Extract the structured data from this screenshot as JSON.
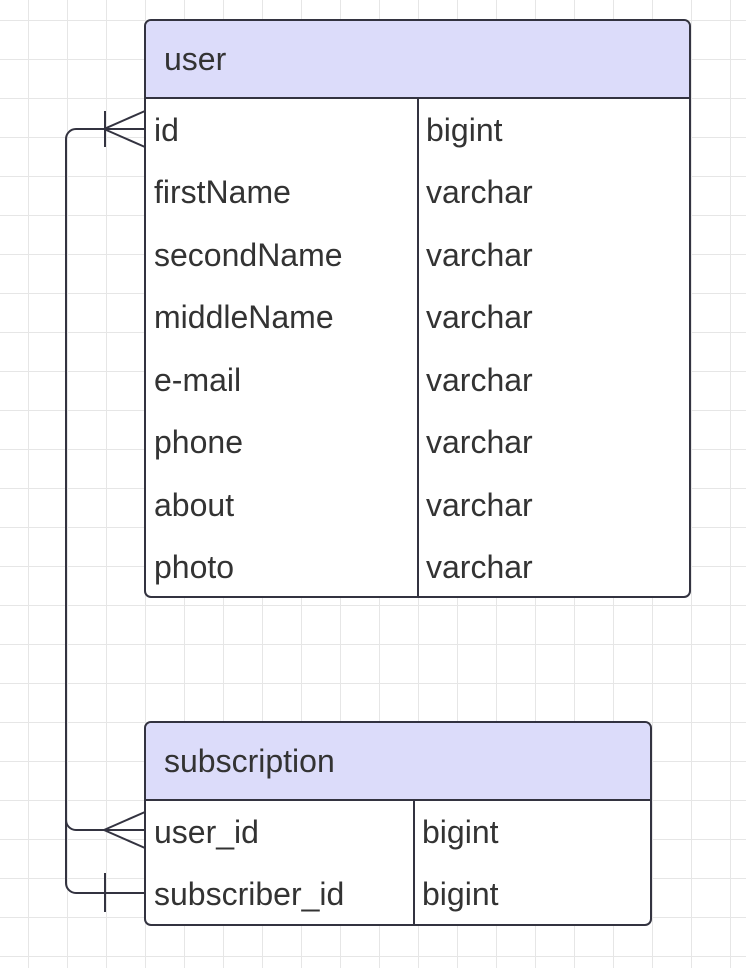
{
  "entities": {
    "user": {
      "name": "user",
      "fields": [
        {
          "name": "id",
          "type": "bigint"
        },
        {
          "name": "firstName",
          "type": "varchar"
        },
        {
          "name": "secondName",
          "type": "varchar"
        },
        {
          "name": "middleName",
          "type": "varchar"
        },
        {
          "name": "e-mail",
          "type": "varchar"
        },
        {
          "name": "phone",
          "type": "varchar"
        },
        {
          "name": "about",
          "type": "varchar"
        },
        {
          "name": "photo",
          "type": "varchar"
        }
      ]
    },
    "subscription": {
      "name": "subscription",
      "fields": [
        {
          "name": "user_id",
          "type": "bigint"
        },
        {
          "name": "subscriber_id",
          "type": "bigint"
        }
      ]
    }
  },
  "relationships": [
    {
      "from": "user.id",
      "from_end": "one-or-many",
      "to": "subscription.user_id",
      "to_end": "many"
    },
    {
      "from": "user.id",
      "from_end": "one-or-many",
      "to": "subscription.subscriber_id",
      "to_end": "one"
    }
  ],
  "colors": {
    "header_fill": "#dcdcfa",
    "border": "#333340",
    "text": "#333333",
    "grid": "#e6e6e6"
  }
}
